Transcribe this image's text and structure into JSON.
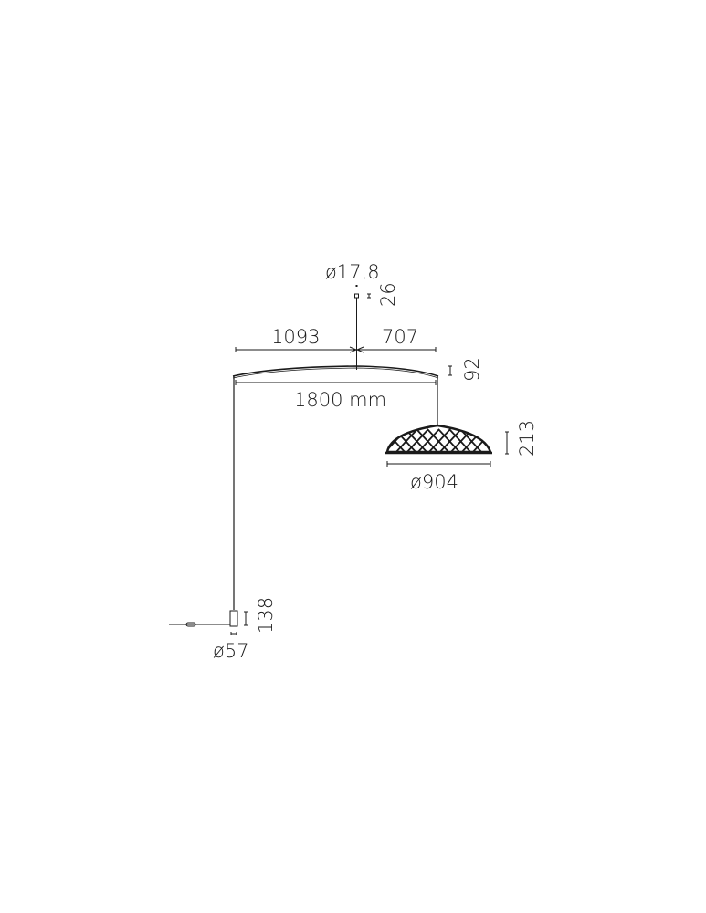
{
  "diagram": {
    "type": "technical dimension drawing",
    "subject": "floor lamp with cantilever arm and woven dome shade",
    "units": "mm",
    "line_color": "#1a1a1a",
    "background": "#ffffff",
    "dimensions": {
      "top_fixture_diameter": "ø17,8",
      "top_fixture_height": "26",
      "arm_left_length": "1093",
      "arm_right_length": "707",
      "arm_total_length": "1800 mm",
      "arm_height": "92",
      "shade_height": "213",
      "shade_diameter": "ø904",
      "base_height": "138",
      "base_diameter": "ø57"
    }
  }
}
